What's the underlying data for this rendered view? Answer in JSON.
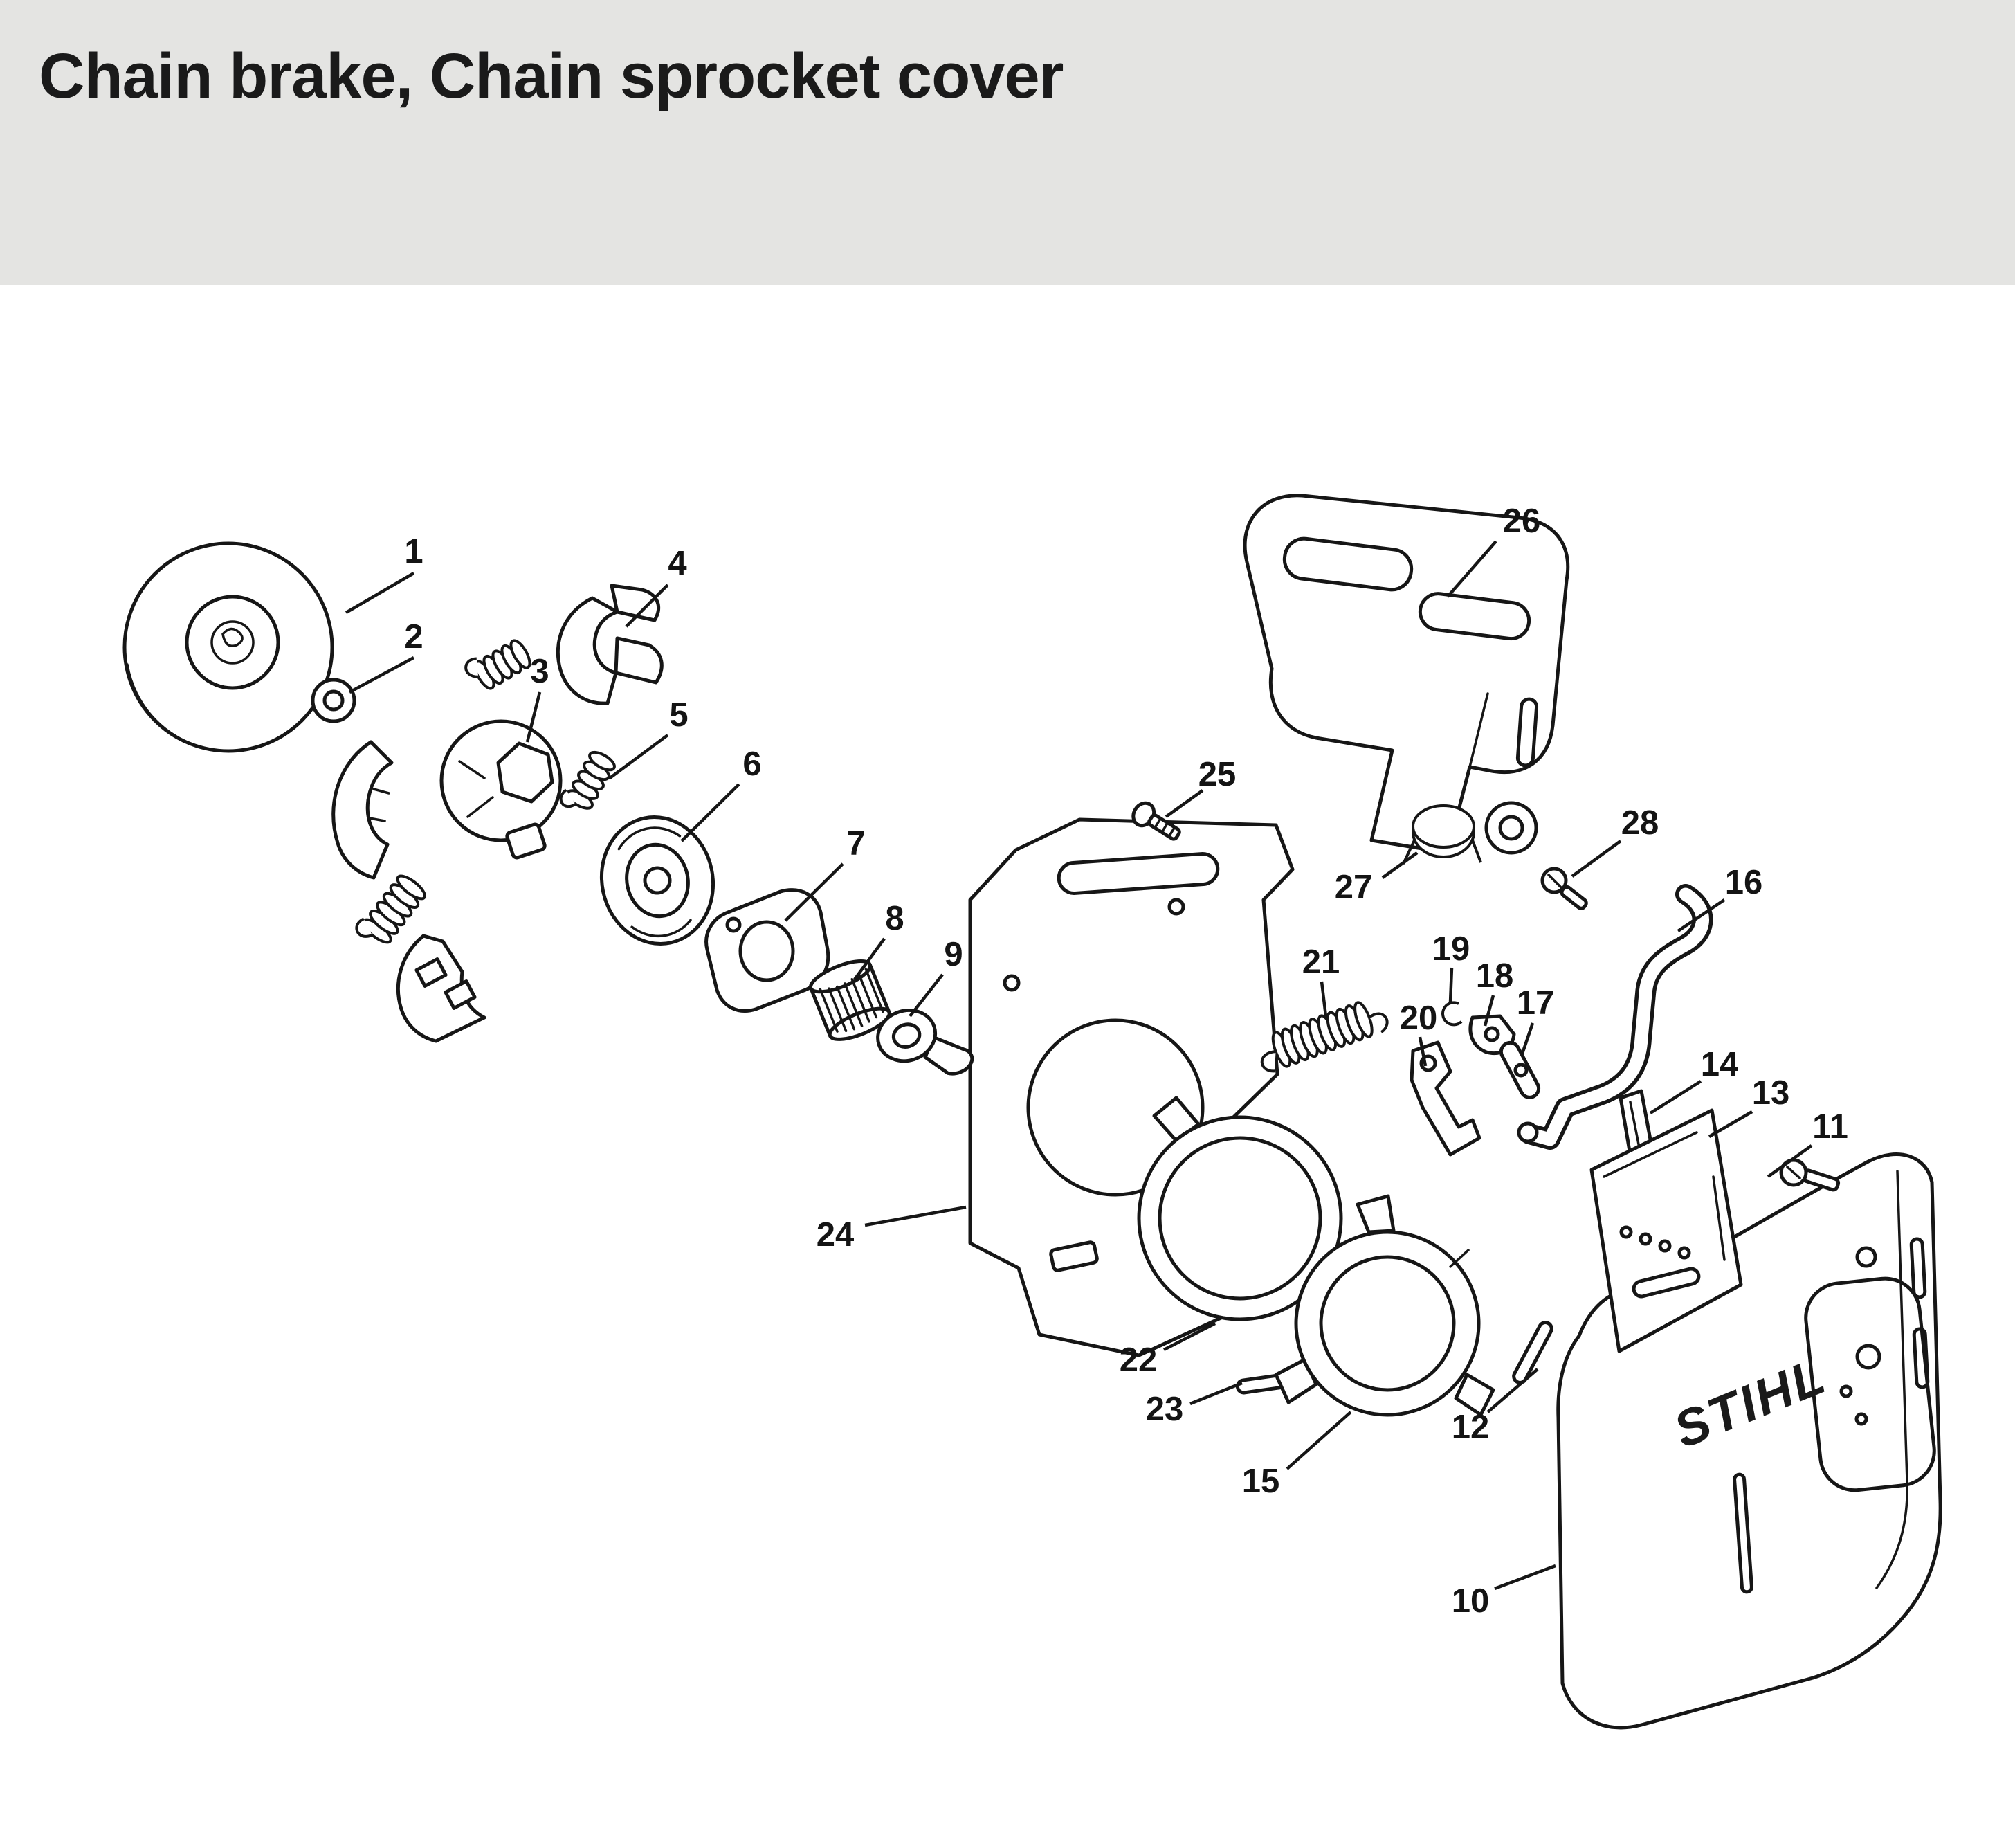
{
  "header": {
    "title": "Chain brake, Chain sprocket cover"
  },
  "diagram": {
    "brand_text": "STIHL",
    "callouts": [
      "1",
      "2",
      "3",
      "4",
      "5",
      "6",
      "7",
      "8",
      "9",
      "10",
      "11",
      "12",
      "13",
      "14",
      "15",
      "16",
      "17",
      "18",
      "19",
      "20",
      "21",
      "22",
      "23",
      "24",
      "25",
      "26",
      "27",
      "28"
    ]
  },
  "colors": {
    "page_bg": "#ffffff",
    "header_bg": "#e4e4e2",
    "line": "#161616",
    "text": "#1a1a1a"
  }
}
